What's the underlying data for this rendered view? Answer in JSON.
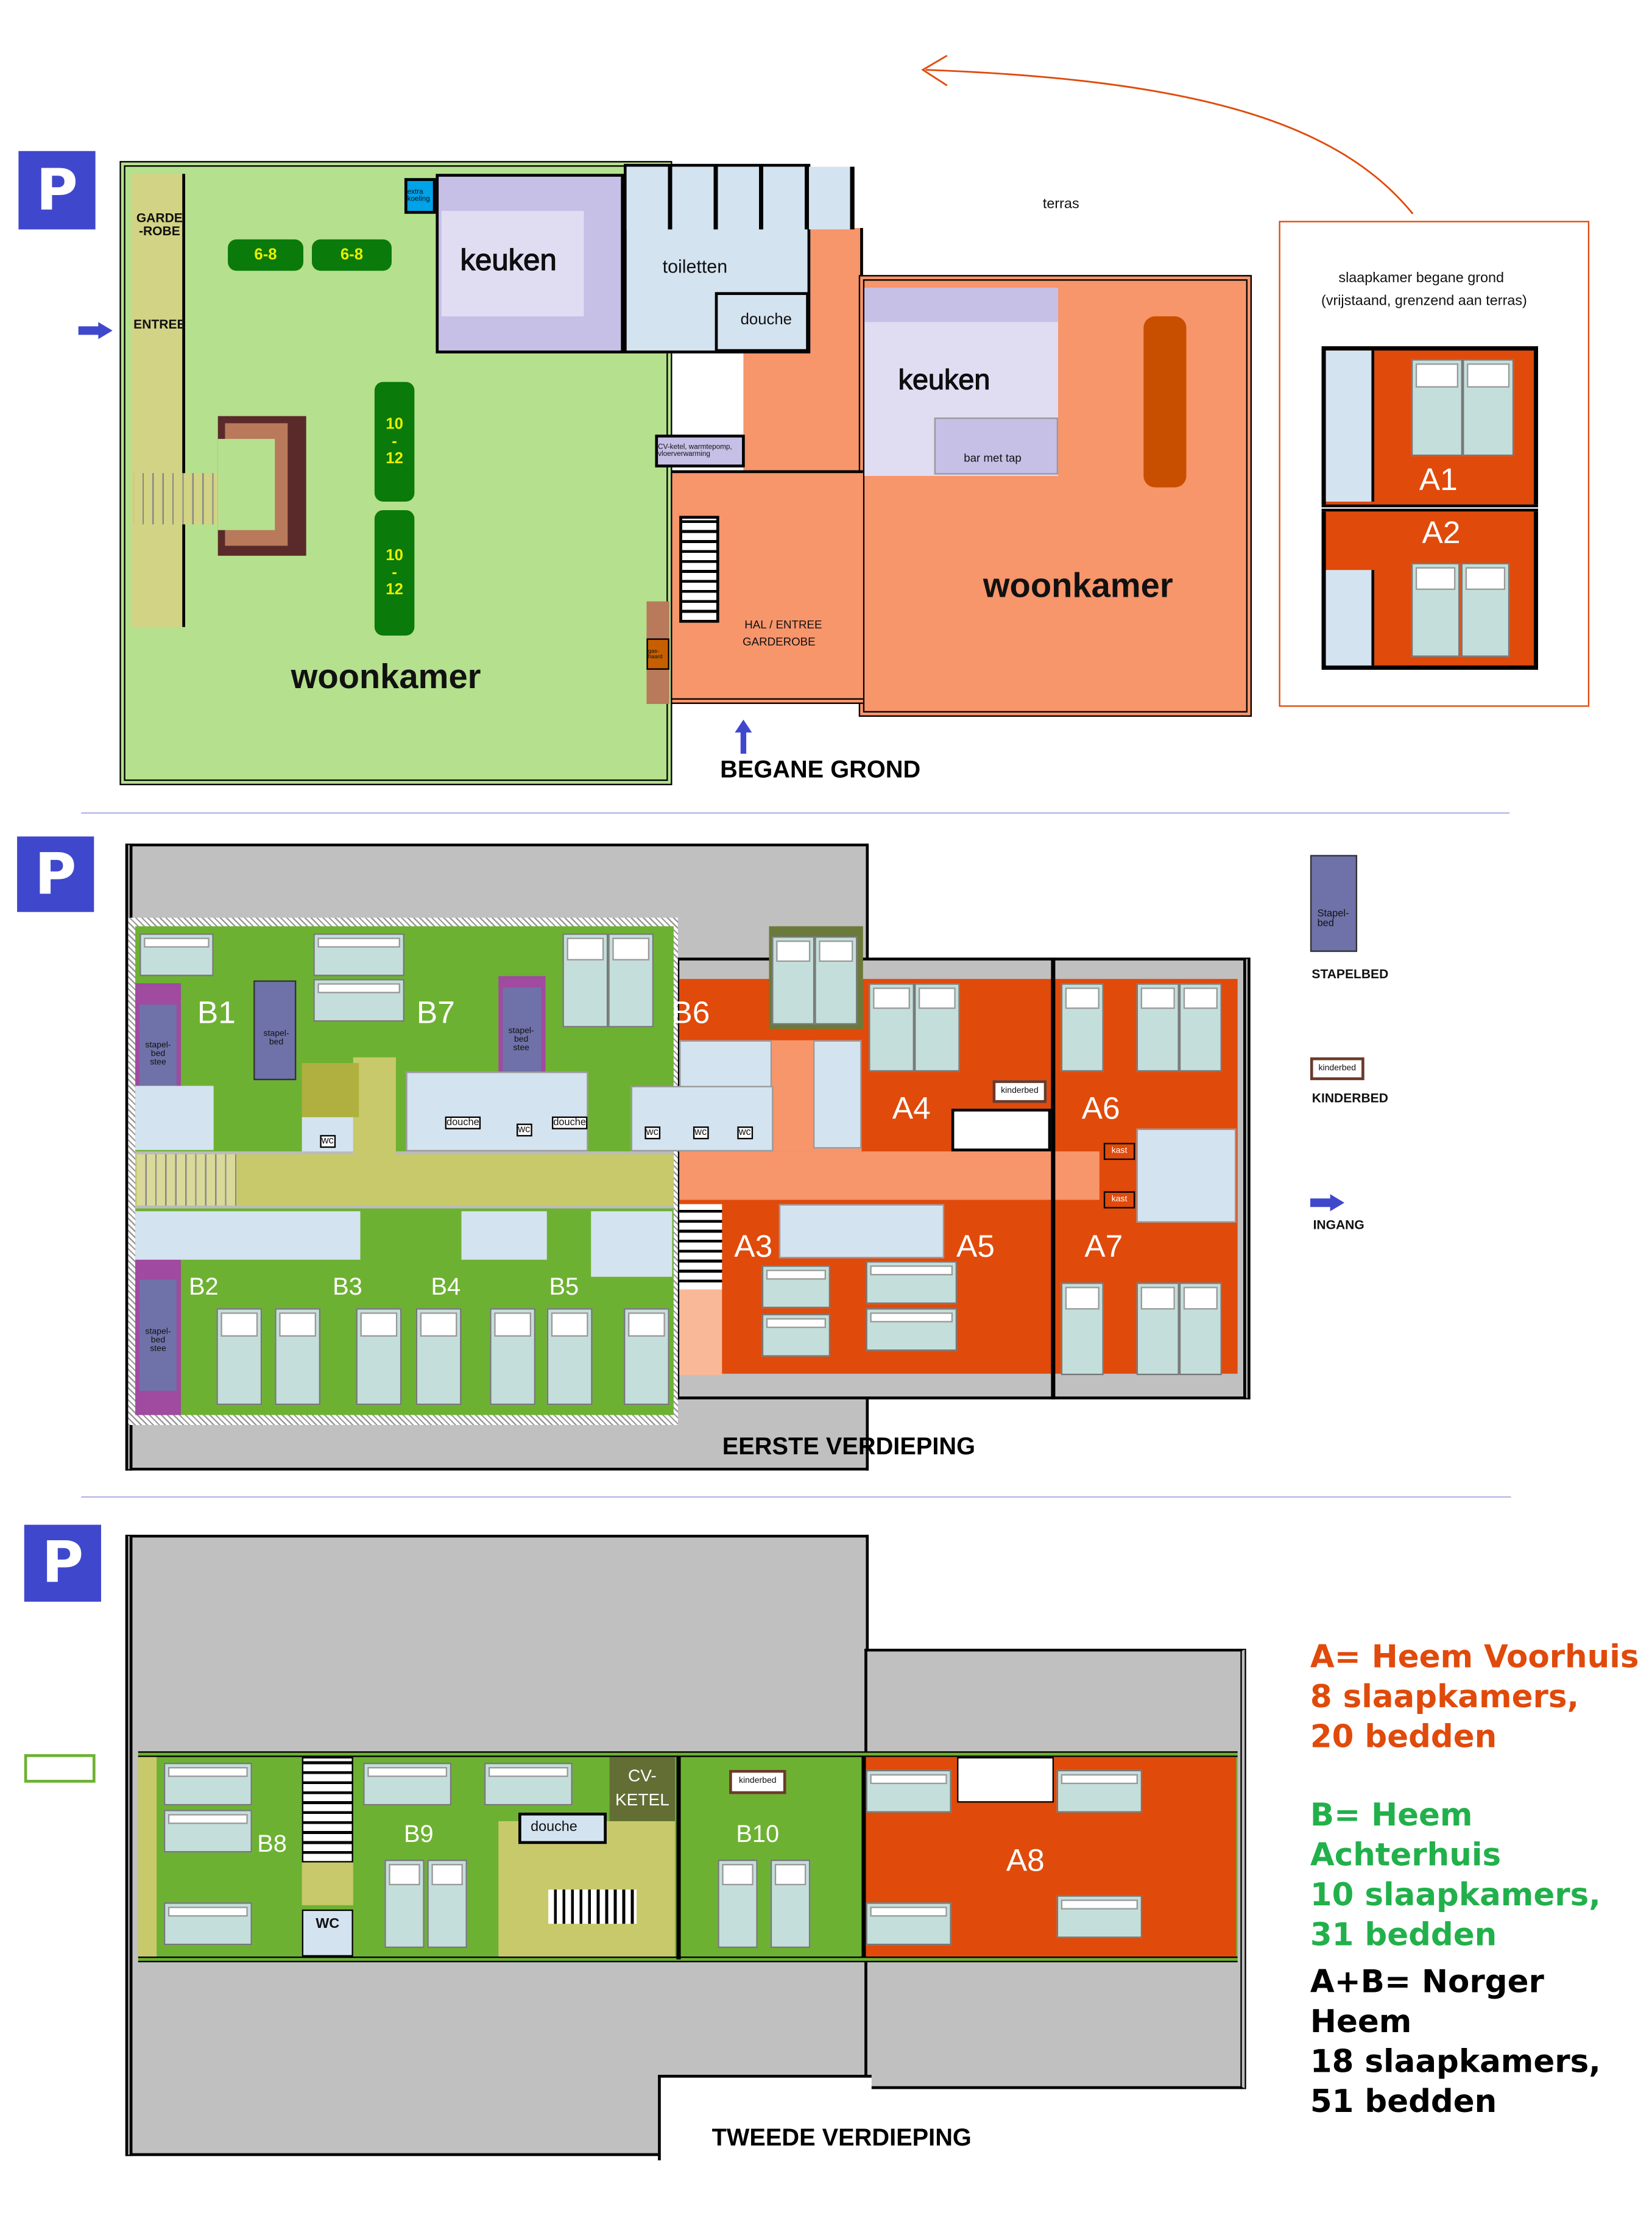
{
  "colors": {
    "parking": "#3f48cc",
    "voorhuis": "#e04a0b",
    "achterhuis": "#22b04b",
    "green_room": "#6db132",
    "ground_green": "#b5e08d",
    "orange": "#f7956b",
    "lavender": "#c6bfe6",
    "sanitary": "#d4e3f0",
    "roof": "#c0c0c0",
    "arrow": "#3f48cc"
  },
  "parking_label": "P",
  "ground_floor": {
    "title": "BEGANE GROND",
    "garderobe": "GARDE -ROBE",
    "entree": "ENTREE",
    "extra_koeling": "extra koeling",
    "keuken_left": "keuken",
    "toiletten": "toiletten",
    "douche": "douche",
    "cv_ketel": "CV-ketel, warmtepomp, vloerverwarming",
    "table_small_1": "6-8",
    "table_small_2": "6-8",
    "table_long_1": [
      "10",
      "-",
      "12"
    ],
    "table_long_2": [
      "10",
      "-",
      "12"
    ],
    "woonkamer_left": "woonkamer",
    "gashaard": "gas- haard",
    "hal": "HAL / ENTREE",
    "hal2": "GARDEROBE",
    "keuken_right": "keuken",
    "bar": "bar met tap",
    "woonkamer_right": "woonkamer",
    "terras": "terras",
    "annex_title": "slaapkamer begane grond",
    "annex_subtitle": "(vrijstaand, grenzend aan terras)",
    "rooms": [
      "A1",
      "A2"
    ]
  },
  "first_floor": {
    "title": "EERSTE VERDIEPING",
    "rooms_b": [
      "B1",
      "B7",
      "B6",
      "B2",
      "B3",
      "B4",
      "B5"
    ],
    "rooms_a": [
      "A4",
      "A6",
      "A3",
      "A5",
      "A7"
    ],
    "stapelbed_stee": "stapel- bed stee",
    "stapelbed": "stapel- bed",
    "douche": "douche",
    "wc": "wc",
    "kinderbed": "kinderbed",
    "kast": "kast"
  },
  "legend": {
    "stapelbed_icon": "Stapel- bed",
    "stapelbed": "STAPELBED",
    "kinderbed_icon": "kinderbed",
    "kinderbed": "KINDERBED",
    "ingang": "INGANG"
  },
  "second_floor": {
    "title": "TWEEDE VERDIEPING",
    "rooms": [
      "B8",
      "B9",
      "B10",
      "A8"
    ],
    "douche": "douche",
    "cv_ketel": "CV- KETEL",
    "wc": "WC",
    "kinderbed": "kinderbed"
  },
  "summary": {
    "a": [
      "A= Heem Voorhuis",
      "8 slaapkamers,",
      "20 bedden"
    ],
    "b": [
      "B= Heem Achterhuis",
      "10 slaapkamers,",
      " 31 bedden"
    ],
    "ab": [
      "A+B= Norger Heem",
      "18 slaapkamers,",
      " 51 bedden"
    ]
  }
}
